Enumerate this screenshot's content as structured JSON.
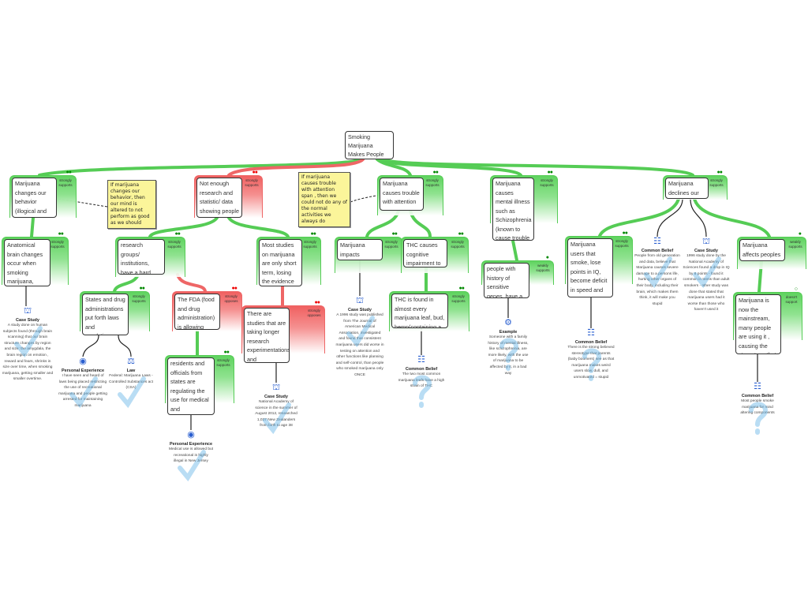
{
  "root": {
    "text": "Smoking Marijuana Makes People dumb (dumber)"
  },
  "colors": {
    "support": "#55cc55",
    "oppose": "#ee6666",
    "note": "#fbf59a",
    "icon": "#2a5fd0"
  },
  "claims": [
    {
      "text": "Marijuana changes our behavior (illogical and unusual responses and expressions)",
      "relation": "strongly supports",
      "type": "sup",
      "dots": 2
    },
    {
      "text": "Not enough research and statistic/ data showing people become stupid due to marijuana",
      "relation": "strongly supports",
      "type": "opp",
      "dots": 2
    },
    {
      "text": "Marijuana causes trouble with attention span, processing speed and learning",
      "relation": "strongly supports",
      "type": "sup",
      "dots": 2
    },
    {
      "text": "Marijuana causes mental illness such as Schizophrenia (known to cause trouble and problems with attention, learning , illogical thinking and behavoir)",
      "relation": "strongly supports",
      "type": "sup",
      "dots": 2
    },
    {
      "text": "Marijuana declines our IQ and intelligence",
      "relation": "strongly supports",
      "type": "sup",
      "dots": 2
    },
    {
      "text": "Anatomical brain changes occur when smoking marijuana, causing brain regions to get damage.",
      "relation": "strongly supports",
      "type": "sup",
      "dots": 2
    },
    {
      "text": "research groups/ institutions, have a hard time getting access to marijuana",
      "relation": "strongly supports",
      "type": "sup",
      "dots": 2
    },
    {
      "text": "Most studies on marijuana are only short term, losing the evidence of marijuana being affective in the long run",
      "relation": "strongly supports",
      "type": "sup",
      "dots": 2
    },
    {
      "text": "Marijuana impacts peoples cognitive functions",
      "relation": "strongly supports",
      "type": "sup",
      "dots": 2
    },
    {
      "text": "THC causes cognitive impairment to people brain",
      "relation": "strongly supports",
      "type": "sup",
      "dots": 2
    },
    {
      "text": "people with history of sensitive genes, have a chance of get mental illness from marijuana",
      "relation": "weakly supports",
      "type": "sup",
      "dots": 1
    },
    {
      "text": "Marijuana users that smoke, lose points in IQ, become deficit in speed and memory processing, and lose skill in other functions",
      "relation": "strongly supports",
      "type": "sup",
      "dots": 2
    },
    {
      "text": "Marijuana affects peoples intelligence in the long run",
      "relation": "weakly supports",
      "type": "sup",
      "dots": 1
    },
    {
      "text": "States and drug administrations put forth laws and regulations, limiting access to marijuana",
      "relation": "strongly supports",
      "type": "sup",
      "dots": 2
    },
    {
      "text": "The FDA (food and drug administration) is allowing easy access for research groups to marijuana",
      "relation": "strongly opposes",
      "type": "opp",
      "dots": 2
    },
    {
      "text": "residents and officials from states are regulating the use for medical and recreationally marijuana, step by step (slow but affective process)",
      "relation": "strongly supports",
      "type": "sup",
      "dots": 2
    },
    {
      "text": "There are studies that are taking longer research experimentations and observations of their marijuana patients (lab rats), when smoking marijuana",
      "relation": "strongly opposes",
      "type": "opp",
      "dots": 2
    },
    {
      "text": "THC is found in almost every marijuana leaf, bud, hemp(containing a lot of THC strains... more than CBD strains",
      "relation": "strongly supports",
      "type": "sup",
      "dots": 2
    },
    {
      "text": "Marijuana is now the mainstream, many people are using it , causing the stereotype that Marijuana makes people slow, dull, etc. Which seems true",
      "relation": "doesn't support",
      "type": "sup",
      "dots": 0
    }
  ],
  "evidence": [
    {
      "kind": "Case Study",
      "icon": "case-study-icon",
      "mark": "check",
      "text": "A study done on human subjects found (through brain scanning) that our brain structure changes by region and size: the amygdala, the brain region on emotion , reward and fears, shrinks in size over time, when smoking marijuana, getting smaller and smaller overtime."
    },
    {
      "kind": "Personal Experience",
      "icon": "eye-icon",
      "mark": "check",
      "text": "I have seen and heard of laws being placed restricting the use of recreational marijuana and people getting arrested for maintaining marijuana"
    },
    {
      "kind": "Law",
      "icon": "scales-icon",
      "mark": "check",
      "text": "Federal: Marijuana Laws - Controlled Substances act (CSA)"
    },
    {
      "kind": "Personal Experience",
      "icon": "eye-icon",
      "mark": "check",
      "text": "Medical use is allowed but recreational is highly illegal in New Jersey"
    },
    {
      "kind": "Case Study",
      "icon": "case-study-icon",
      "mark": "check",
      "text": "National Academy of science in the summer of August 2012, researched 1,037 New Zealanders from birth to age 38"
    },
    {
      "kind": "Case Study",
      "icon": "case-study-icon",
      "mark": "check",
      "text": "A 1996 study was published from The Journal of American Medical Association, investigated and found that consistent marijuana users did worse in testing on attention and other functions like planning and self-control, than people who smoked marijuana only ONCE"
    },
    {
      "kind": "Common Belief",
      "icon": "people-icon",
      "mark": "question",
      "text": "The two most common marijuana leafs have a high strain of THC"
    },
    {
      "kind": "Example",
      "icon": "example-icon",
      "mark": "question",
      "text": "Someone with a family history of mental illness, like schizophrenia, are more likely, with the use of marijuana to be affected by it, in a bad way"
    },
    {
      "kind": "Common Belief",
      "icon": "people-icon",
      "mark": "question",
      "text": "There is the strong believed stereotype that parents (baby boomers) see as that marijuana makes weird users slow, dull, and unmotivated = stupid"
    },
    {
      "kind": "Common Belief",
      "icon": "people-icon",
      "mark": "check",
      "text": "People from old generation and data, believe that Marijuana causes severe damage to a persons life, hurting other organs of their body, including their brain, which makes them think, it will make you stupid"
    },
    {
      "kind": "Case Study",
      "icon": "case-study-icon",
      "mark": "check",
      "text": "1996 study done by the National Academy of Sciences found a drop in IQ by 8 points - found it common in teens than adult smokers - other study was done that stated that marijuana users had it worse than those who haven't used it"
    },
    {
      "kind": "Common Belief",
      "icon": "people-icon",
      "mark": "question",
      "text": "Most people smoke marijuana for mind altering components"
    }
  ],
  "notes": [
    {
      "text": "If marijuana changes our behavior, then our mind is altered to not perform as good as we should"
    },
    {
      "text": "If marijuana causes trouble with attention span , then we could not do any of the normal activities we always do"
    }
  ]
}
